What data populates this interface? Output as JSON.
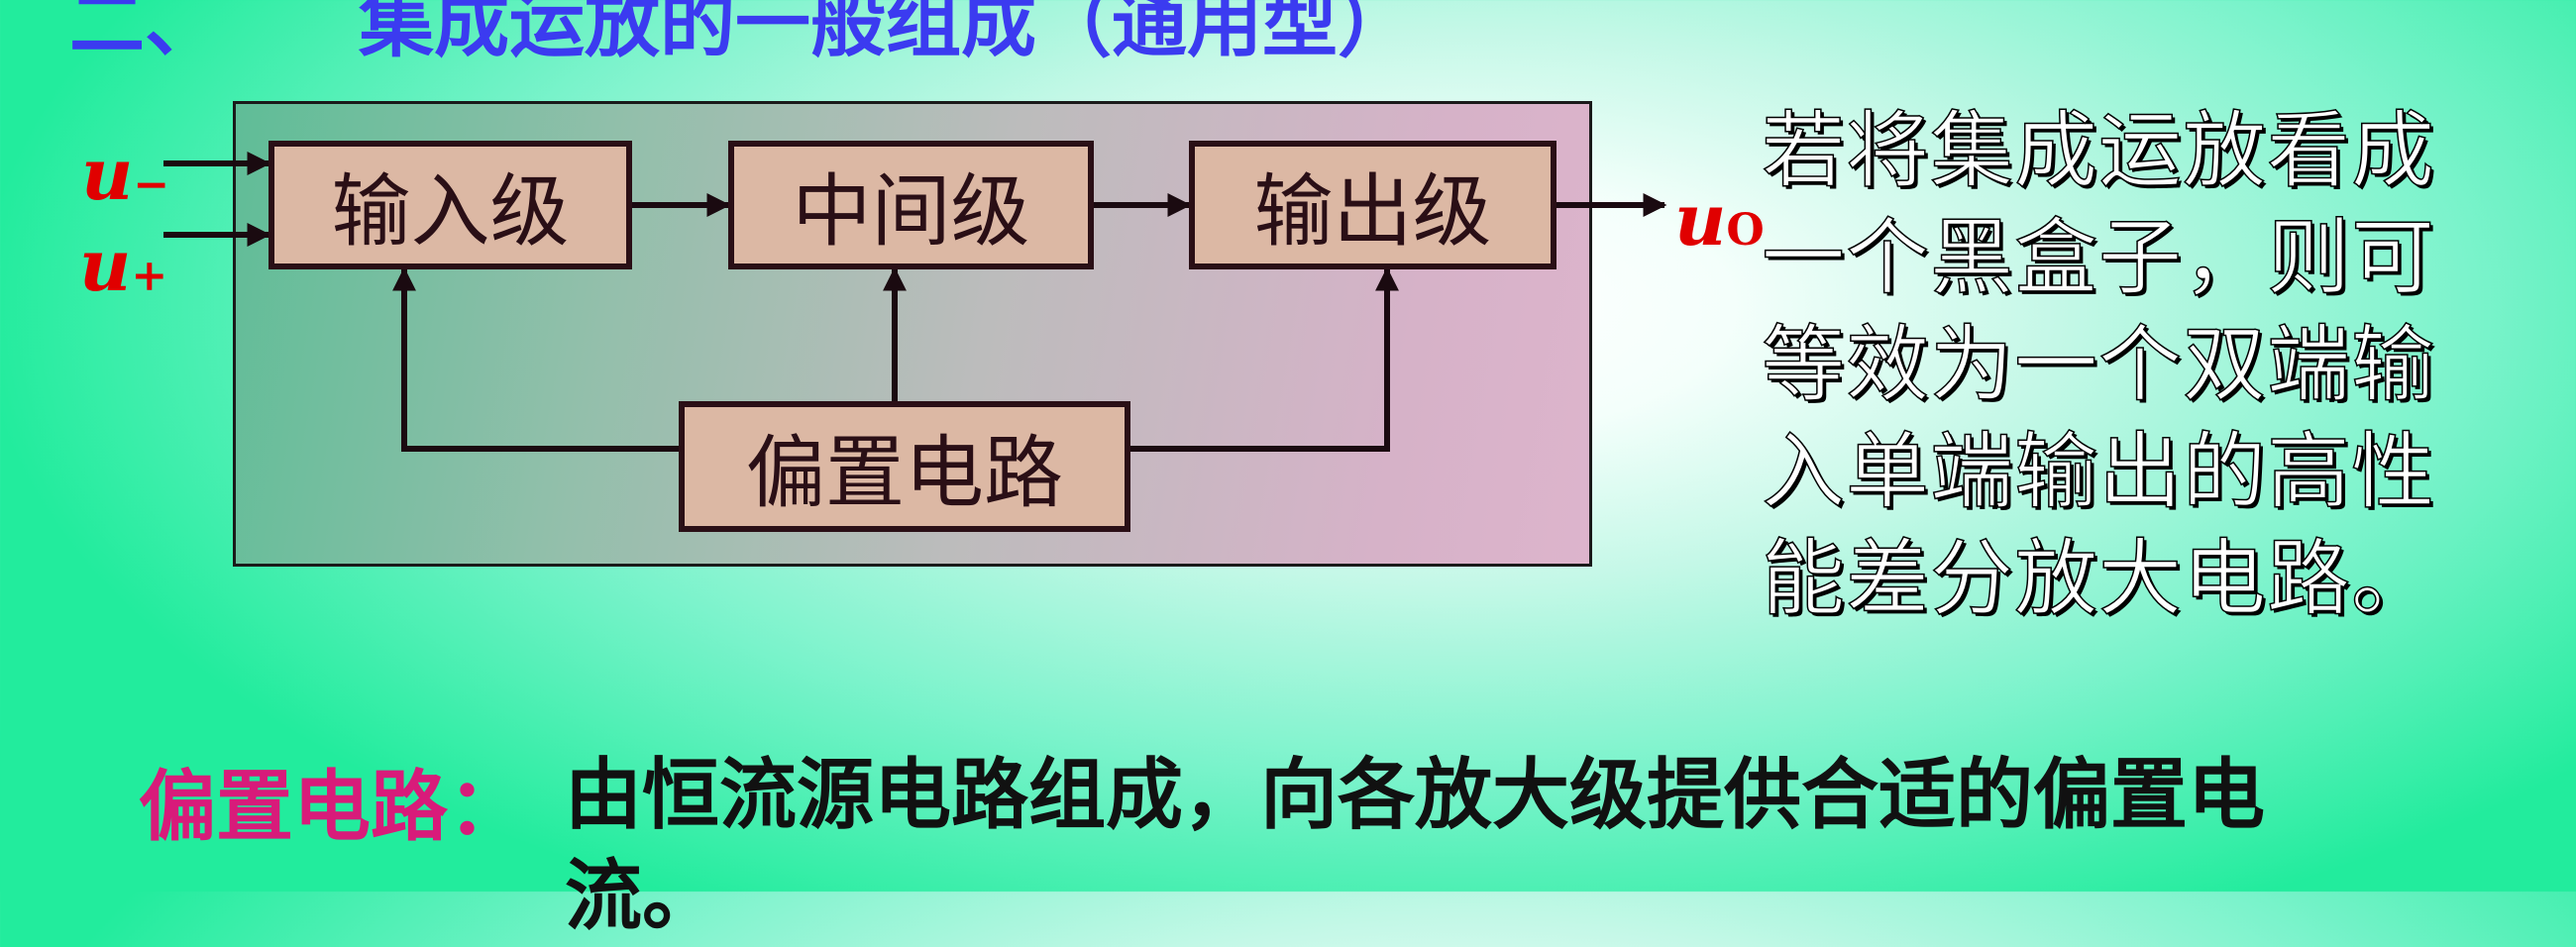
{
  "heading": {
    "number": "二、",
    "text": "集成运放的一般组成（通用型）"
  },
  "diagram": {
    "blocks": {
      "input_stage": "输入级",
      "middle_stage": "中间级",
      "output_stage": "输出级",
      "bias_circuit": "偏置电路"
    },
    "signals": {
      "inverting_input": {
        "symbol": "u",
        "subscript": "−"
      },
      "noninverting_input": {
        "symbol": "u",
        "subscript": "+"
      },
      "output": {
        "symbol": "u",
        "subscript": "O"
      }
    }
  },
  "description": "若将集成运放看成一个黑盒子，则可等效为一个双端输入单端输出的高性能差分放大电路。",
  "note": {
    "label": "偏置电路：",
    "text": "由恒流源电路组成，向各放大级提供合适的偏置电流。"
  },
  "colors": {
    "heading": "#3b3bf0",
    "signal": "#e00000",
    "note_label": "#d81b7a",
    "block_fill": "#dcb8a4",
    "block_border": "#2a0f16"
  }
}
